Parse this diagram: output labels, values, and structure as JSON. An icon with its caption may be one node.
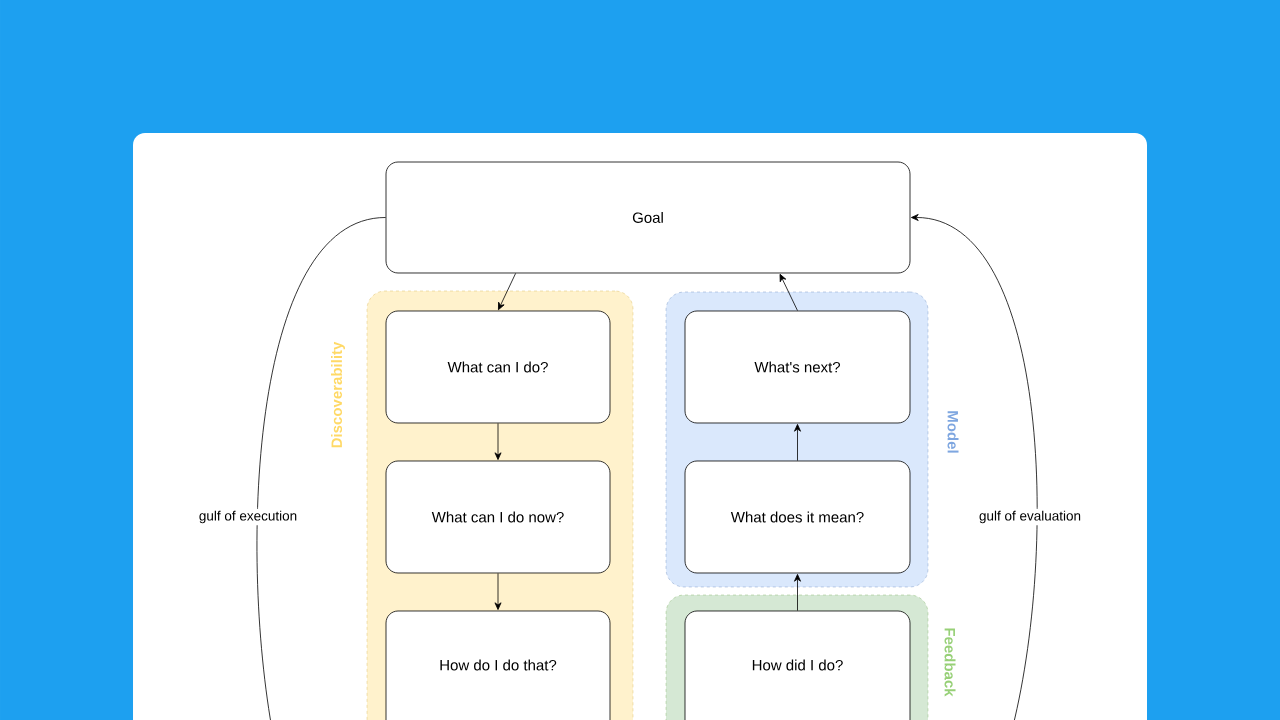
{
  "diagram": {
    "nodes": [
      {
        "text": [
          "Goal"
        ]
      },
      {
        "text": [
          "Discoverability"
        ]
      },
      {
        "text": [
          "What can I do?"
        ],
        "in": 1
      },
      {
        "text": [
          "What can I do now?"
        ],
        "in": 1
      },
      {
        "text": [
          "How do I do that?"
        ],
        "in": 1
      },
      {
        "text": [
          "Model"
        ]
      },
      {
        "text": [
          "What's next?"
        ],
        "in": 5
      },
      {
        "text": [
          "What does it mean?"
        ],
        "in": 5
      },
      {
        "text": [
          "Feedback"
        ]
      },
      {
        "text": [
          "How did I do?"
        ],
        "in": 8
      }
    ],
    "edges": [
      {
        "from": 0,
        "to": 2,
        "arrow": "to"
      },
      {
        "from": 2,
        "to": 3,
        "arrow": "to"
      },
      {
        "from": 3,
        "to": 4,
        "arrow": "to"
      },
      {
        "from": 9,
        "to": 7,
        "arrow": "to"
      },
      {
        "from": 7,
        "to": 6,
        "arrow": "to"
      },
      {
        "from": 6,
        "to": 0,
        "arrow": "to"
      },
      {
        "from": 0,
        "to": null,
        "arrow": "none",
        "label": "gulf of execution"
      },
      {
        "from": null,
        "to": 0,
        "arrow": "to",
        "label": "gulf of evaluation"
      }
    ]
  }
}
